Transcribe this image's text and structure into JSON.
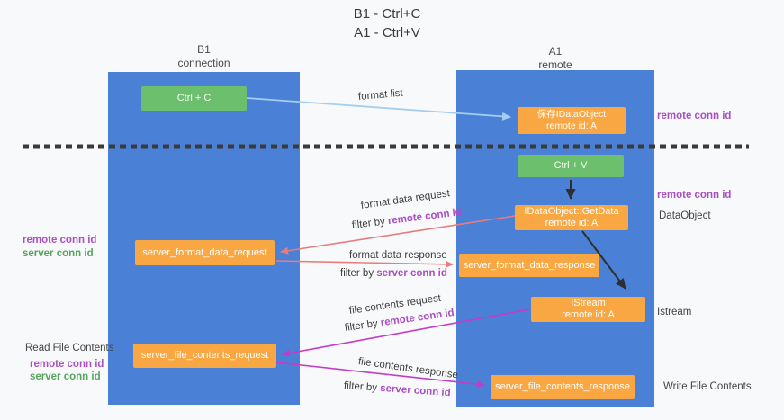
{
  "title": {
    "line1": "B1 - Ctrl+C",
    "line2": "A1 - Ctrl+V"
  },
  "columns": {
    "left": {
      "name": "B1",
      "sub": "connection"
    },
    "right": {
      "name": "A1",
      "sub": "remote"
    }
  },
  "boxes": {
    "ctrl_c": {
      "label": "Ctrl + C"
    },
    "save_idataobject": {
      "line1": "保存IDataObject",
      "line2": "remote id: A"
    },
    "ctrl_v": {
      "label": "Ctrl + V"
    },
    "getdata": {
      "line1": "IDataObject::GetData",
      "line2": "remote id: A"
    },
    "format_request": {
      "label": "server_format_data_request"
    },
    "format_response": {
      "label": "server_format_data_response"
    },
    "istream": {
      "line1": "IStream",
      "line2": "remote id: A"
    },
    "file_request": {
      "label": "server_file_contents_request"
    },
    "file_response": {
      "label": "server_file_contents_response"
    }
  },
  "flows": {
    "format_list": {
      "label": "format list"
    },
    "format_data_request": {
      "label": "format data request",
      "filter_prefix": "filter by ",
      "filter_key": "remote conn id"
    },
    "format_data_response": {
      "label": "format data response",
      "filter_prefix": "filter by ",
      "filter_key": "server conn id"
    },
    "file_contents_request": {
      "label": "file contents request",
      "filter_prefix": "filter by ",
      "filter_key": "remote conn id"
    },
    "file_contents_response": {
      "label": "file contents response",
      "filter_prefix": "filter by ",
      "filter_key": "server conn id"
    }
  },
  "side_labels": {
    "left_top_remote": "remote conn id",
    "left_top_server": "server conn id",
    "read_file_contents": "Read File Contents",
    "left_bottom_remote": "remote conn id",
    "left_bottom_server": "server conn id",
    "right_top_remote": "remote conn id",
    "right_mid_remote": "remote conn id",
    "dataobject": "DataObject",
    "istream": "Istream",
    "write_file_contents": "Write File Contents"
  },
  "colors": {
    "column_blue": "#4a80d6",
    "box_green": "#6cbf6c",
    "box_orange": "#f9a742",
    "remote_conn_purple": "#a94fc2",
    "server_conn_green": "#55a55c",
    "arrow_red": "#e87c7c",
    "arrow_magenta": "#c53bc5",
    "arrow_blue": "#a5cdf0",
    "arrow_black": "#2f2f2f"
  }
}
